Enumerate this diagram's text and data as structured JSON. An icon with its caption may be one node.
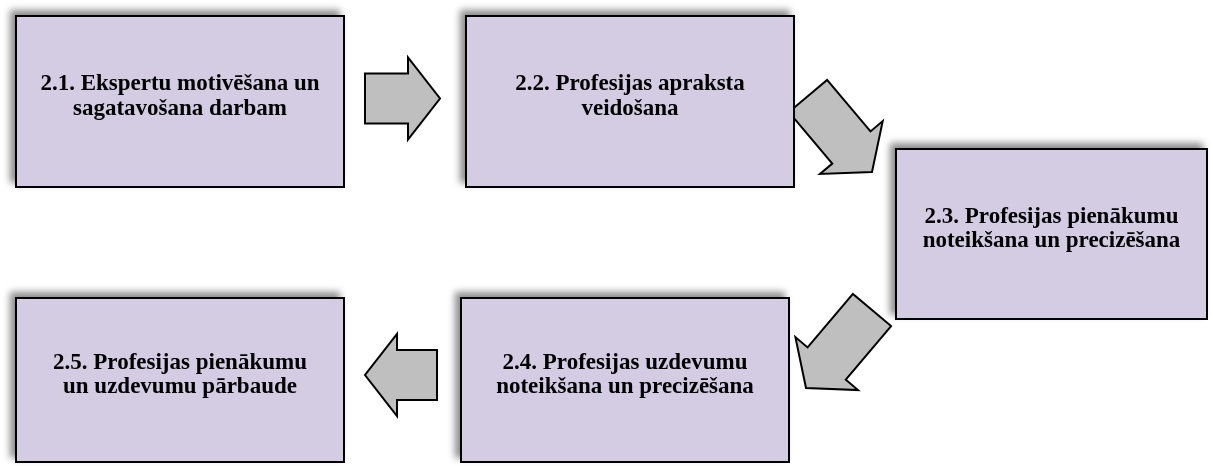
{
  "diagram": {
    "nodes": [
      {
        "text": [
          "2.1. Ekspertu motivēšana un sagatavošana darbam"
        ]
      },
      {
        "text": [
          "2.2. Profesijas apraksta veidošana"
        ]
      },
      {
        "text": [
          "2.3. Profesijas pienākumu noteikšana un precizēšana"
        ]
      },
      {
        "text": [
          "2.4. Profesijas uzdevumu noteikšana un precizēšana"
        ]
      },
      {
        "text": [
          "2.5. Profesijas pienākumu un uzdevumu pārbaude"
        ]
      }
    ],
    "edges": [
      {
        "from": 0,
        "to": 1,
        "arrow": "to"
      },
      {
        "from": 1,
        "to": 2,
        "arrow": "to"
      },
      {
        "from": 2,
        "to": 3,
        "arrow": "to"
      },
      {
        "from": 3,
        "to": 4,
        "arrow": "to"
      }
    ]
  }
}
